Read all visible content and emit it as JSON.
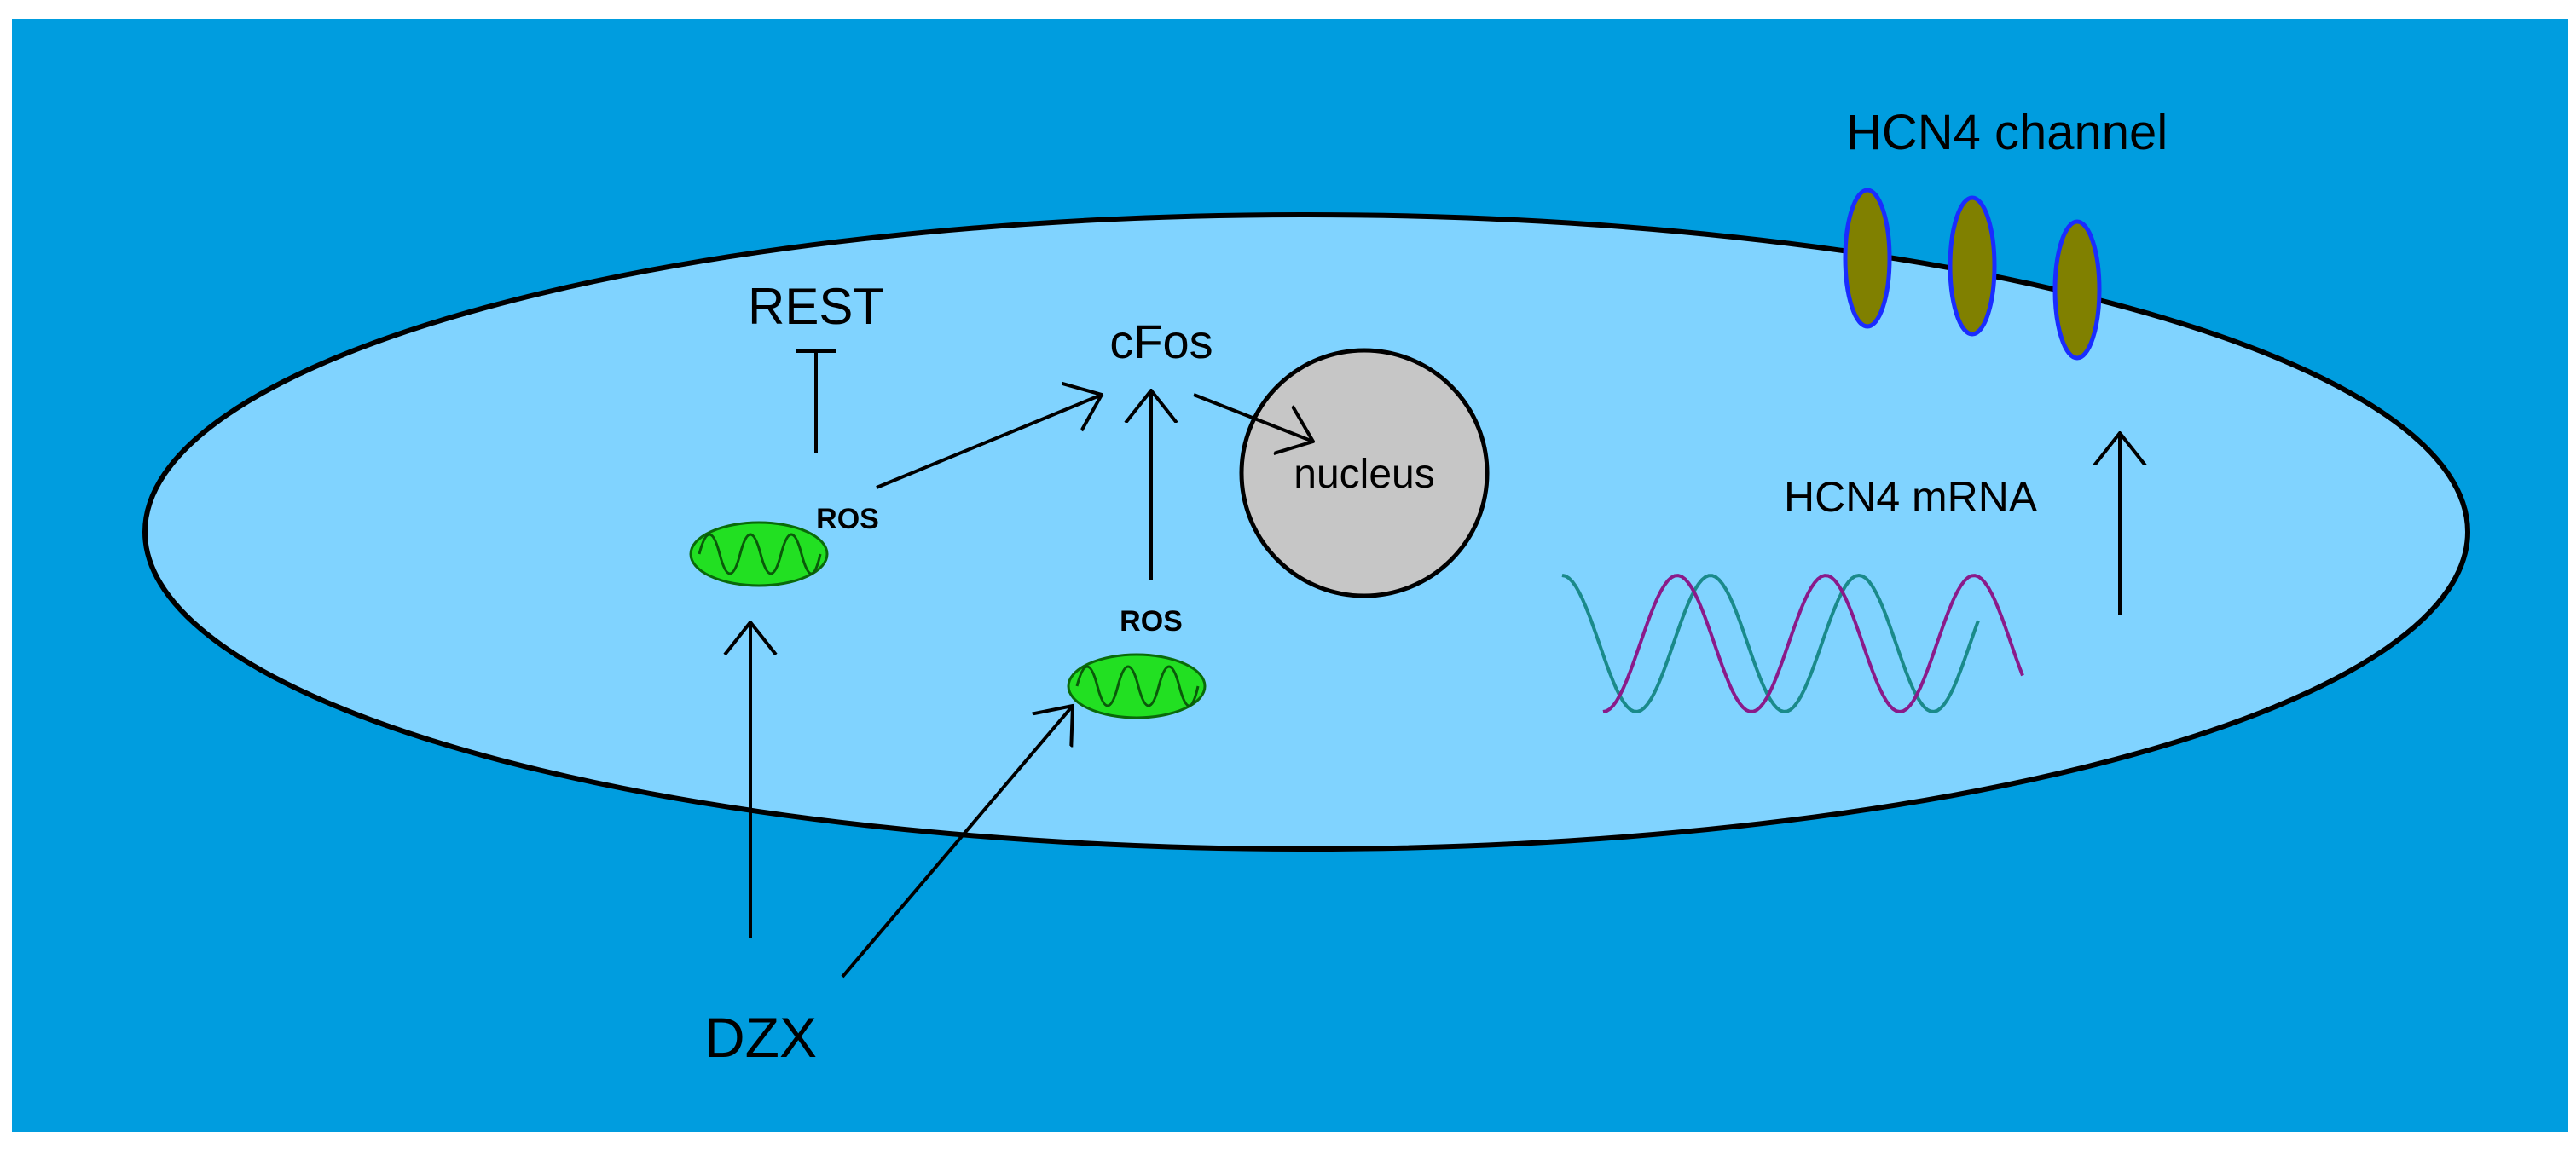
{
  "labels": {
    "hcn4_channel": "HCN4 channel",
    "rest": "REST",
    "cfos": "cFos",
    "nucleus": "nucleus",
    "ros_1": "ROS",
    "ros_2": "ROS",
    "hcn4_mrna": "HCN4 mRNA",
    "dzx": "DZX"
  },
  "colors": {
    "background": "#009ddf",
    "cell": "#80d3ff",
    "nucleus": "#c6c6c6",
    "mitochondria": "#22e022",
    "channel": "#808000",
    "channel_outline": "#1a2cff",
    "mrna_strand_a": "#1a8a8a",
    "mrna_strand_b": "#8a1a8a"
  }
}
